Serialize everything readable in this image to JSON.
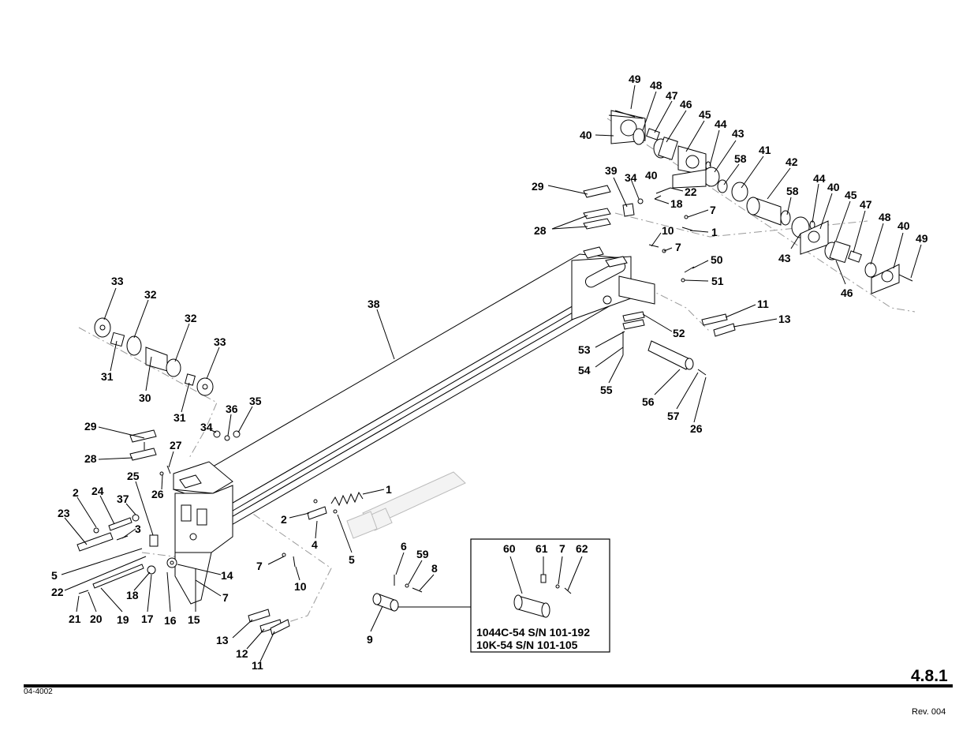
{
  "page": {
    "section_number": "4.8.1",
    "drawing_number": "04-4002",
    "revision": "Rev. 004"
  },
  "inset": {
    "line1": "1044C-54 S/N 101-192",
    "line2": "10K-54 S/N 101-105"
  },
  "callouts": {
    "c49a": "49",
    "c48a": "48",
    "c47a": "47",
    "c46a": "46",
    "c45a": "45",
    "c44a": "44",
    "c43a": "43",
    "c40a": "40",
    "c41": "41",
    "c42": "42",
    "c58a": "58",
    "c58b": "58",
    "c44b": "44",
    "c40b": "40",
    "c40c": "40",
    "c45b": "45",
    "c47b": "47",
    "c48b": "48",
    "c40d": "40",
    "c49b": "49",
    "c43b": "43",
    "c46b": "46",
    "c29a": "29",
    "c39": "39",
    "c34a": "34",
    "c22a": "22",
    "c18a": "18",
    "c7a": "7",
    "c28a": "28",
    "c10a": "10",
    "c1a": "1",
    "c7b": "7",
    "c50": "50",
    "c51": "51",
    "c11a": "11",
    "c13a": "13",
    "c38": "38",
    "c52": "52",
    "c53": "53",
    "c54": "54",
    "c55": "55",
    "c56": "56",
    "c57": "57",
    "c26a": "26",
    "c33a": "33",
    "c32a": "32",
    "c32b": "32",
    "c33b": "33",
    "c31a": "31",
    "c30": "30",
    "c31b": "31",
    "c36": "36",
    "c35": "35",
    "c34b": "34",
    "c29b": "29",
    "c28b": "28",
    "c27": "27",
    "c25": "25",
    "c26b": "26",
    "c2a": "2",
    "c24": "24",
    "c37": "37",
    "c23": "23",
    "c3": "3",
    "c5a": "5",
    "c22b": "22",
    "c18b": "18",
    "c17": "17",
    "c16": "16",
    "c15": "15",
    "c14": "14",
    "c7c": "7",
    "c21": "21",
    "c20": "20",
    "c19": "19",
    "c1b": "1",
    "c2b": "2",
    "c4": "4",
    "c5b": "5",
    "c7d": "7",
    "c10b": "10",
    "c6": "6",
    "c59": "59",
    "c8": "8",
    "c9": "9",
    "c13b": "13",
    "c12": "12",
    "c11b": "11",
    "c60": "60",
    "c61": "61",
    "c7e": "7",
    "c62": "62"
  }
}
